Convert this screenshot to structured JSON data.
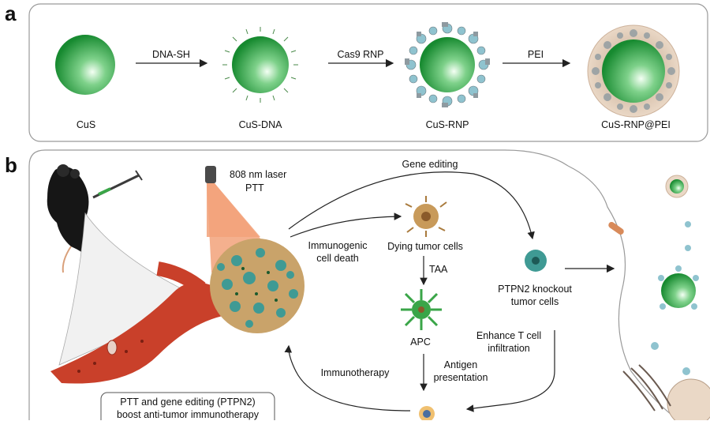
{
  "panel_a": {
    "label": "a",
    "arrows": [
      "DNA-SH",
      "Cas9 RNP",
      "PEI"
    ],
    "particles": [
      "CuS",
      "CuS-DNA",
      "CuS-RNP",
      "CuS-RNP@PEI"
    ]
  },
  "panel_b": {
    "label": "b",
    "laser": [
      "808 nm laser",
      "PTT"
    ],
    "gene_editing": "Gene editing",
    "immunogenic": [
      "Immunogenic",
      "cell death"
    ],
    "dying": "Dying tumor cells",
    "taa": "TAA",
    "apc": "APC",
    "ptpn2": [
      "PTPN2 knockout",
      "tumor cells"
    ],
    "enhance": [
      "Enhance T cell",
      "infiltration"
    ],
    "immunotherapy": "Immunotherapy",
    "antigen": [
      "Antigen",
      "presentation"
    ],
    "summary": [
      "PTT and gene editing (PTPN2)",
      "boost anti-tumor immunotherapy"
    ]
  },
  "colors": {
    "sphere_green": "#1f9a3a",
    "laser_cone": "#f2a27a",
    "vessel": "#c9402a",
    "tumor_teal": "#3f9a94",
    "tumor_tan": "#c9a36a"
  }
}
